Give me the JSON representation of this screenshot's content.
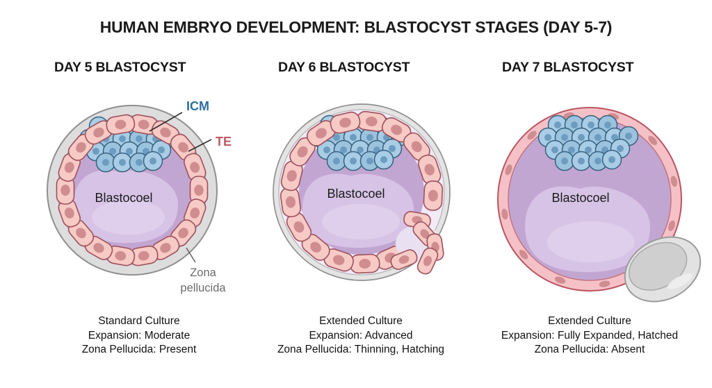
{
  "title": "HUMAN EMBRYO DEVELOPMENT: BLASTOCYST STAGES (DAY 5-7)",
  "panels": [
    {
      "heading": "DAY 5 BLASTOCYST",
      "labels": {
        "icm": "ICM",
        "te": "TE",
        "blastocoel": "Blastocoel",
        "zona_line1": "Zona",
        "zona_line2": "pellucida"
      },
      "caption": [
        "Standard Culture",
        "Expansion: Moderate",
        "Zona Pellucida: Present"
      ]
    },
    {
      "heading": "DAY 6 BLASTOCYST",
      "labels": {
        "blastocoel": "Blastocoel"
      },
      "caption": [
        "Extended Culture",
        "Expansion: Advanced",
        "Zona Pellucida: Thinning, Hatching"
      ]
    },
    {
      "heading": "DAY 7 BLASTOCYST",
      "labels": {
        "blastocoel": "Blastocoel"
      },
      "caption": [
        "Extended Culture",
        "Expansion: Fully Expanded, Hatched",
        "Zona Pellucida: Absent"
      ]
    }
  ],
  "colors": {
    "text": "#1b1b1b",
    "icm_label": "#2f6f9f",
    "te_label": "#bf5a64",
    "zona_label": "#6a6a6a",
    "zona_fill": "#dddddd",
    "zona_stroke": "#8f8f8f",
    "perivitelline": "#f2eaf5",
    "te_fill": "#f8cac5",
    "te_stroke": "#9c4f5c",
    "te_nucleus": "#d08d90",
    "icm_fill": "#a9cde6",
    "icm_fill2": "#9cc3de",
    "icm_stroke": "#35617f",
    "icm_nucleus": "#6e9cbe",
    "cavity": "#c2a6d2",
    "blob": "#d7c3e5",
    "blob_hi": "#e4d5f0",
    "day7_band": "#f5c1c7",
    "day7_band_stroke": "#b9545f",
    "day7_band_inner_stroke": "#c4737e"
  }
}
